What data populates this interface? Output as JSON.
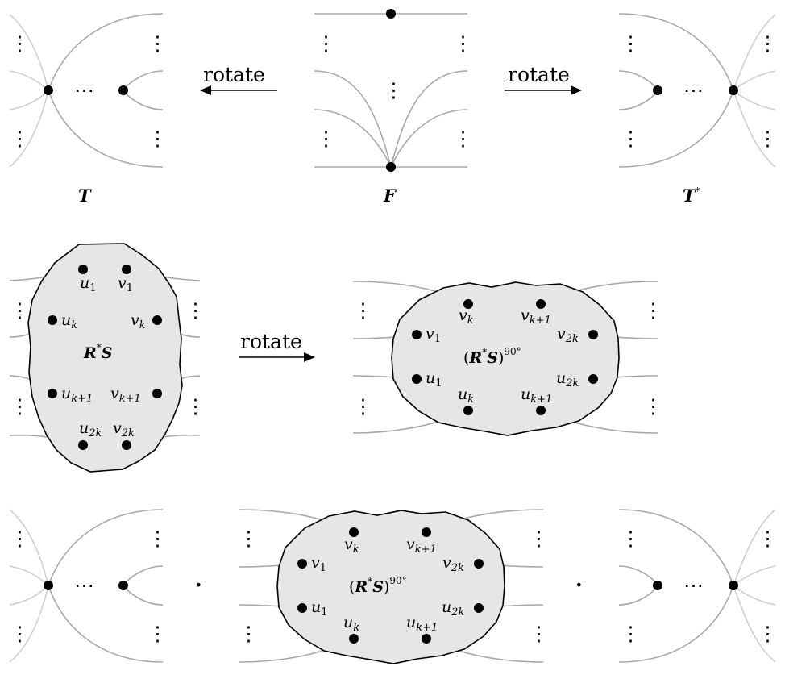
{
  "colors": {
    "edge": "#a8a8a8",
    "edge_light": "#cfcfcf",
    "blob_fill": "#e6e6e6",
    "ink": "#000000"
  },
  "arrows": {
    "rotate_left": "rotate",
    "rotate_right": "rotate",
    "rotate_mid": "rotate"
  },
  "captions": {
    "t": "T",
    "f": "F",
    "t_star": "T",
    "t_star_sup": "*"
  },
  "ellipsis": "⋯",
  "vdots": "⋮",
  "product_dot": "·",
  "rs_label": {
    "r": "R",
    "star": "*",
    "s": "S"
  },
  "rs90_label": {
    "open": "(",
    "r": "R",
    "star": "*",
    "s": "S",
    "close": ")",
    "sup": "90°"
  },
  "vertex_letters": {
    "u": "u",
    "v": "v"
  },
  "subscripts": {
    "one": "1",
    "k": "k",
    "k1": "k+1",
    "two_k": "2k"
  }
}
